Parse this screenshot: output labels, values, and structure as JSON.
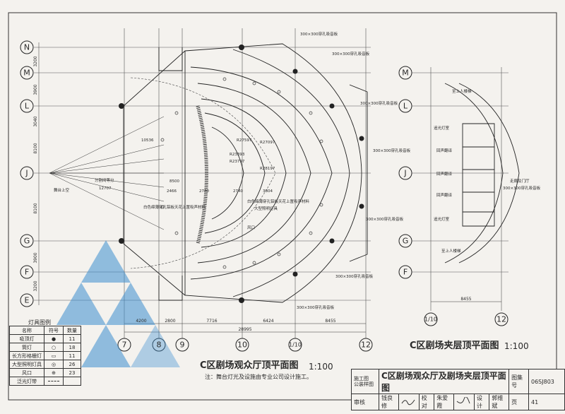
{
  "axes_left": {
    "rows": [
      "N",
      "M",
      "L",
      "J",
      "G",
      "F",
      "E"
    ],
    "cols": [
      "7",
      "8",
      "9",
      "10",
      "1/10",
      "12"
    ],
    "row_dims": [
      "3200",
      "3900",
      "3040",
      "8100",
      "8100",
      "3900",
      "3200"
    ],
    "col_dims": [
      "4200",
      "2800",
      "7716",
      "6424",
      "8455"
    ],
    "total_dim": "28995"
  },
  "axes_right": {
    "rows": [
      "M",
      "L",
      "J",
      "G",
      "F"
    ],
    "cols": [
      "1/10",
      "12"
    ],
    "dim": "8455"
  },
  "plan_labels": {
    "panel_top_1": "300×300穿孔吸音板",
    "panel_top_2": "300×300穿孔吸音板",
    "panel_mid": "300×300穿孔吸音板",
    "panel_right_1": "300×300穿孔吸音板",
    "panel_right_2": "300×300穿孔吸音板",
    "panel_bottom_1": "300×300穿孔吸音板",
    "panel_bottom_2": "300×300穿孔吸音板",
    "white_film_1": "白色绵薄穿孔铝板天花上置吸声材料",
    "white_film_2": "白色绵薄穿孔铝板天花上置吸声材料",
    "light_trough": "大型照明灯具",
    "stage_text": "舞台上空",
    "split_line": "分割间等分",
    "vent": "风口",
    "dims_inner": [
      "12707",
      "10536",
      "8500",
      "2780",
      "2740",
      "3804",
      "2466"
    ],
    "radii": [
      "R27097",
      "R23393",
      "R23797",
      "R28197",
      "R27597"
    ]
  },
  "right_plan_labels": {
    "upper_stair": "至上人楼梯",
    "lighting_room": "追光灯室",
    "acoustic_1": "回声翻译",
    "acoustic_2": "回声翻译",
    "acoustic_3": "回声翻译",
    "lighting_room_2": "追光灯室",
    "lower_stair": "至上人楼梯",
    "corridor": "走廊及门厅",
    "corridor_2": "300×300穿孔吸音板"
  },
  "titles": {
    "left": "C区剧场观众厅顶平面图",
    "left_scale": "1:100",
    "right": "C区剧场夹层顶平面图",
    "right_scale": "1:100"
  },
  "note": "注：舞台灯光及设施由专业公司设计施工。",
  "legend": {
    "title": "灯具图例",
    "headers": [
      "名称",
      "符号",
      "数量"
    ],
    "rows": [
      {
        "name": "吸顶灯",
        "symbol": "●",
        "qty": "11"
      },
      {
        "name": "筒灯",
        "symbol": "○",
        "qty": "18"
      },
      {
        "name": "长方形格栅灯",
        "symbol": "▭",
        "qty": "11"
      },
      {
        "name": "大型照明灯具",
        "symbol": "◎",
        "qty": "26"
      },
      {
        "name": "风口",
        "symbol": "⊕",
        "qty": "23"
      },
      {
        "name": "泛光灯带",
        "symbol": "",
        "qty": ""
      }
    ]
  },
  "titleblock": {
    "cat_1": "施工图",
    "cat_2": "公装样图",
    "main": "C区剧场观众厅及剧场夹层顶平面图",
    "atlas_label": "图集号",
    "atlas_no": "06SJ803",
    "review": "审核",
    "reviewer": "钱良修",
    "check": "校对",
    "checker": "朱爱霞",
    "design": "设计",
    "designer": "郭维斌",
    "page_label": "页",
    "page_no": "41"
  },
  "colors": {
    "watermark": "#3d8fd0",
    "line": "#2a2a2a",
    "paper": "#f4f2ee"
  }
}
